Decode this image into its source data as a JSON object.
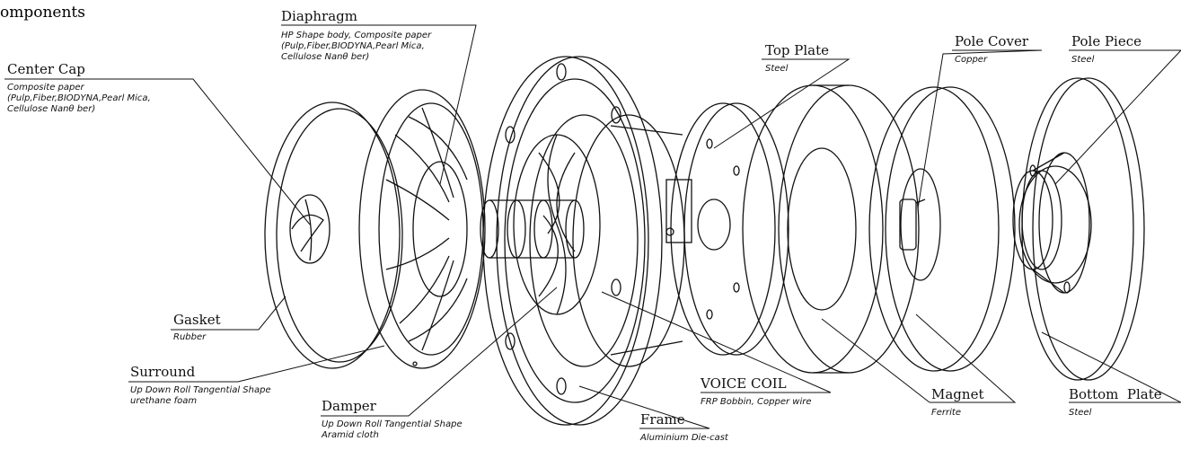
{
  "heading": "omponents",
  "labels": {
    "center_cap": {
      "title": "Center Cap",
      "desc": [
        "Composite paper",
        "(Pulp,Fiber,BIODYNA,Pearl Mica,",
        "Cellulose Nanθ ber)"
      ]
    },
    "diaphragm": {
      "title": "Diaphragm",
      "desc": [
        "HP Shape body, Composite paper",
        "(Pulp,Fiber,BIODYNA,Pearl Mica,",
        "Cellulose Nanθ ber)"
      ]
    },
    "top_plate": {
      "title": "Top Plate",
      "desc": [
        "Steel"
      ]
    },
    "pole_cover": {
      "title": "Pole Cover",
      "desc": [
        "Copper"
      ]
    },
    "pole_piece": {
      "title": "Pole Piece",
      "desc": [
        "Steel"
      ]
    },
    "gasket": {
      "title": "Gasket",
      "desc": [
        "Rubber"
      ]
    },
    "surround": {
      "title": "Surround",
      "desc": [
        "Up Down Roll Tangential Shape",
        "urethane foam"
      ]
    },
    "damper": {
      "title": "Damper",
      "desc": [
        "Up Down Roll Tangential Shape",
        "Aramid cloth"
      ]
    },
    "voice_coil": {
      "title": "VOICE COIL",
      "desc": [
        "FRP Bobbin, Copper wire"
      ]
    },
    "frame": {
      "title": "Frame",
      "desc": [
        "Aluminium Die-cast"
      ]
    },
    "magnet": {
      "title": "Magnet",
      "desc": [
        "Ferrite"
      ]
    },
    "bottom_plate": {
      "title": "Bottom  Plate",
      "desc": [
        "Steel"
      ]
    }
  },
  "colors": {
    "ink": "#111111",
    "paper": "#ffffff"
  }
}
